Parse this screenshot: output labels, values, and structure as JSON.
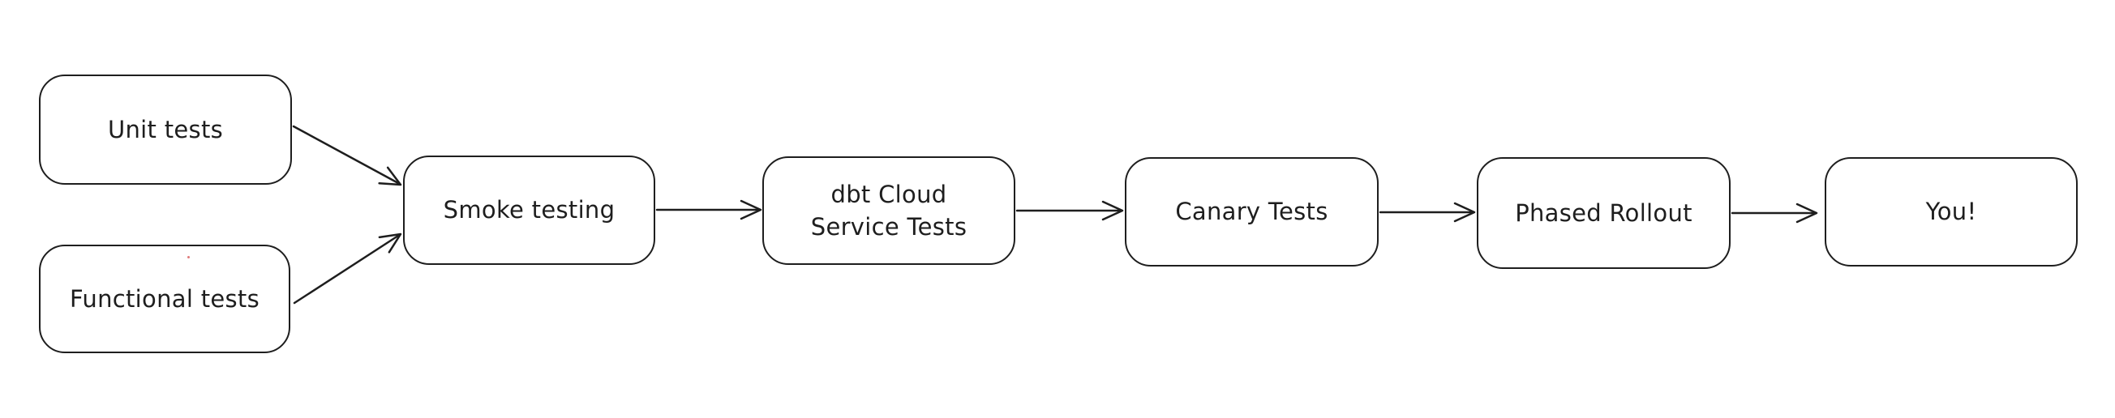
{
  "diagram": {
    "type": "flowchart",
    "style": "hand-drawn",
    "background_color": "#ffffff",
    "stroke_color": "#1e1e1e",
    "artifact_dot_color": "#e07a7a",
    "nodes": [
      {
        "id": "unit-tests",
        "label": "Unit tests"
      },
      {
        "id": "functional-tests",
        "label": "Functional tests"
      },
      {
        "id": "smoke-testing",
        "label": "Smoke testing"
      },
      {
        "id": "dbt-cloud-service-tests",
        "label": "dbt Cloud\nService Tests"
      },
      {
        "id": "canary-tests",
        "label": "Canary Tests"
      },
      {
        "id": "phased-rollout",
        "label": "Phased Rollout"
      },
      {
        "id": "you",
        "label": "You!"
      }
    ],
    "edges": [
      {
        "from": "unit-tests",
        "to": "smoke-testing"
      },
      {
        "from": "functional-tests",
        "to": "smoke-testing"
      },
      {
        "from": "smoke-testing",
        "to": "dbt-cloud-service-tests"
      },
      {
        "from": "dbt-cloud-service-tests",
        "to": "canary-tests"
      },
      {
        "from": "canary-tests",
        "to": "phased-rollout"
      },
      {
        "from": "phased-rollout",
        "to": "you"
      }
    ]
  }
}
